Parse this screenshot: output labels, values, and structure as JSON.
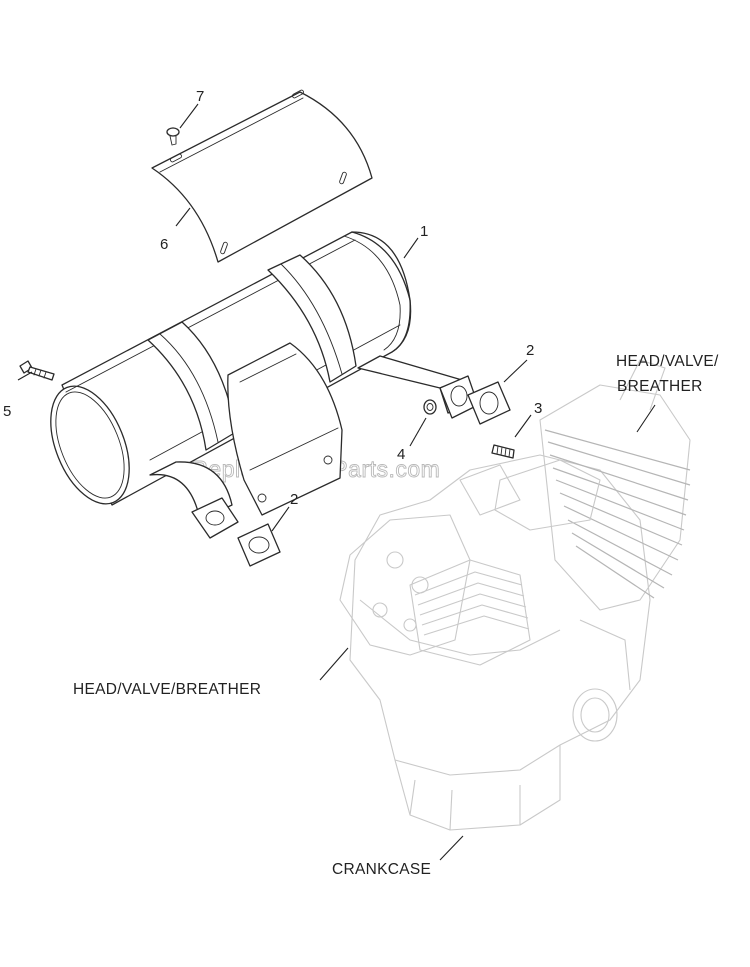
{
  "callouts": [
    {
      "id": "1",
      "label": "1"
    },
    {
      "id": "2a",
      "label": "2"
    },
    {
      "id": "2b",
      "label": "2"
    },
    {
      "id": "3",
      "label": "3"
    },
    {
      "id": "4",
      "label": "4"
    },
    {
      "id": "5",
      "label": "5"
    },
    {
      "id": "6",
      "label": "6"
    },
    {
      "id": "7",
      "label": "7"
    }
  ],
  "assembly_labels": {
    "head_valve_breather_right_line1": "HEAD/VALVE/",
    "head_valve_breather_right_line2": "BREATHER",
    "head_valve_breather_left": "HEAD/VALVE/BREATHER",
    "crankcase": "CRANKCASE"
  },
  "watermark": "eReplacementParts.com",
  "colors": {
    "line": "#2b2b2b",
    "ghost_engine": "#c9c9c9",
    "watermark": "#b9b9b9"
  }
}
